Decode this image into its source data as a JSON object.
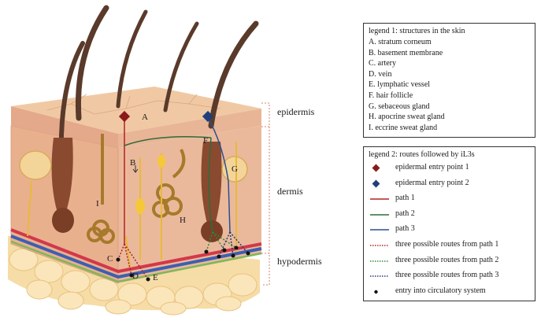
{
  "labels": {
    "A": "A",
    "B": "B",
    "C": "C",
    "D": "D",
    "E": "E",
    "F": "F",
    "G": "G",
    "H": "H",
    "I": "I"
  },
  "layers": {
    "epidermis": "epidermis",
    "dermis": "dermis",
    "hypodermis": "hypodermis"
  },
  "legend1": {
    "title": "legend 1: structures in the skin",
    "items": [
      "A. stratum corneum",
      "B. basement membrane",
      "C. artery",
      "D. vein",
      "E. lymphatic vessel",
      "F. hair follicle",
      "G. sebaceous gland",
      "H. apocrine sweat gland",
      "I. eccrine sweat gland"
    ]
  },
  "legend2": {
    "title": "legend 2: routes followed by iL3s",
    "items": [
      {
        "symbol": "diamond",
        "color": "#8b1a1a",
        "label": "epidermal entry point 1"
      },
      {
        "symbol": "diamond",
        "color": "#1f3f7a",
        "label": "epidermal entry point 2"
      },
      {
        "symbol": "line",
        "color": "#b22222",
        "label": "path 1"
      },
      {
        "symbol": "line",
        "color": "#2e6b3a",
        "label": "path 2"
      },
      {
        "symbol": "line",
        "color": "#2a4f8f",
        "label": "path 3"
      },
      {
        "symbol": "dotted",
        "color": "#b22222",
        "label": "three possible routes from path 1"
      },
      {
        "symbol": "dotted",
        "color": "#2e8b3a",
        "label": "three possible routes from path 2"
      },
      {
        "symbol": "dotted",
        "color": "#1f3f7a",
        "label": "three possible routes from path 3"
      },
      {
        "symbol": "dot",
        "color": "#111111",
        "label": "entry into circulatory system"
      }
    ]
  },
  "colors": {
    "path1": "#b22222",
    "path2": "#2e6b3a",
    "path3": "#2a4f8f",
    "entry1": "#8b1a1a",
    "entry2": "#1f3f7a",
    "layer_bracket": "#d9826b"
  }
}
